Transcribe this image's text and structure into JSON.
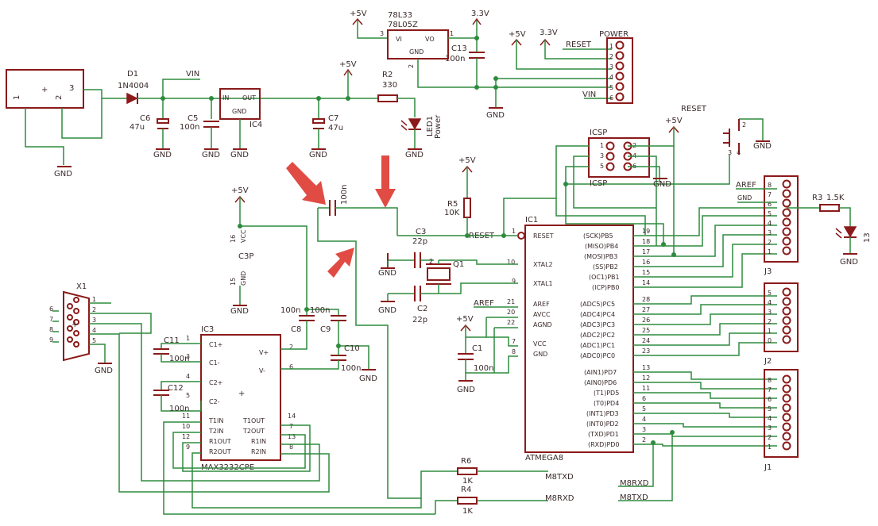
{
  "colors": {
    "wire": "#2e8b3e",
    "part": "#8b1a1a",
    "text": "#3a2a2a",
    "annotation_arrow": "#e04b43",
    "background": "#ffffff"
  },
  "labels": {
    "vin": "VIN",
    "gnd": "GND",
    "p5v": "+5V",
    "p3v3": "3.3V",
    "d1": "D1",
    "d1_part": "1N4004",
    "c6": "C6",
    "c6_val": "47u",
    "c5": "C5",
    "c5_val": "100n",
    "ic4": "IC4",
    "ic4_in": "IN",
    "ic4_out": "OUT",
    "ic4_gnd": "GND",
    "c7": "C7",
    "c7_val": "47u",
    "reg1": "78L33",
    "reg2": "78L05Z",
    "reg_vi": "VI",
    "reg_vo": "VO",
    "reg_gnd": "GND",
    "c13": "C13",
    "c13_val": "100n",
    "r2": "R2",
    "r2_val": "330",
    "led1": "LED1",
    "led1_name": "Power",
    "power_hdr": "POWER",
    "reset": "RESET",
    "vin_hdr": "VIN",
    "icsp": "ICSP",
    "icsp_bottom": "ICSP",
    "reset_plus": "RESET",
    "c3": "C3",
    "c3_val": "22p",
    "c3_side_val": "100n",
    "c3_alt": "C3P",
    "r5": "R5",
    "r5_val": "10K",
    "q1": "Q1",
    "c2": "C2",
    "c2_val": "22p",
    "c1": "C1",
    "c1_val": "100n",
    "aref": "AREF",
    "ic1": "IC1",
    "ic1_part": "ATMEGA8",
    "ic1_reset": "RESET",
    "ic1_xtal2": "XTAL2",
    "ic1_xtal1": "XTAL1",
    "ic1_aref": "AREF",
    "ic1_avcc": "AVCC",
    "ic1_agnd": "AGND",
    "ic1_vcc": "VCC",
    "ic1_gnd": "GND",
    "pb5": "(SCK)PB5",
    "pb4": "(MISO)PB4",
    "pb3": "(MOSI)PB3",
    "pb2": "(SS)PB2",
    "pb1": "(OC1)PB1",
    "pb0": "(ICP)PB0",
    "pc5": "(ADC5)PC5",
    "pc4": "(ADC4)PC4",
    "pc3": "(ADC3)PC3",
    "pc2": "(ADC2)PC2",
    "pc1": "(ADC1)PC1",
    "pc0": "(ADC0)PC0",
    "pd7": "(AIN1)PD7",
    "pd6": "(AIN0)PD6",
    "pd5": "(T1)PD5",
    "pd4": "(T0)PD4",
    "pd3": "(INT1)PD3",
    "pd2": "(INT0)PD2",
    "pd1": "(TXD)PD1",
    "pd0": "(RXD)PD0",
    "j1": "J1",
    "j2": "J2",
    "j3": "J3",
    "r3": "R3",
    "r3_val": "1.5K",
    "pin13": "13",
    "x1": "X1",
    "ic3": "IC3",
    "ic3_part": "MAX3232CPE",
    "c11": "C11",
    "c11_val": "100n",
    "c12": "C12",
    "c12_val": "100n",
    "c8": "C8",
    "c8_val": "100n",
    "c9": "C9",
    "c9_val": "100n",
    "c10": "C10",
    "c10_val": "100n",
    "ic3_c1p": "C1+",
    "ic3_c1m": "C1-",
    "ic3_c2p": "C2+",
    "ic3_c2m": "C2-",
    "ic3_vp": "V+",
    "ic3_vm": "V-",
    "ic3_t1in": "T1IN",
    "ic3_t2in": "T2IN",
    "ic3_r1out": "R1OUT",
    "ic3_r2out": "R2OUT",
    "ic3_t1out": "T1OUT",
    "ic3_t2out": "T2OUT",
    "ic3_r1in": "R1IN",
    "ic3_r2in": "R2IN",
    "r6": "R6",
    "r6_val": "1K",
    "r4": "R4",
    "r4_val": "1K",
    "m8txd": "M8TXD",
    "m8rxd": "M8RXD",
    "pin16": "16",
    "pin15": "15",
    "vcc_small": "VCC",
    "gnd_small": "GND"
  }
}
